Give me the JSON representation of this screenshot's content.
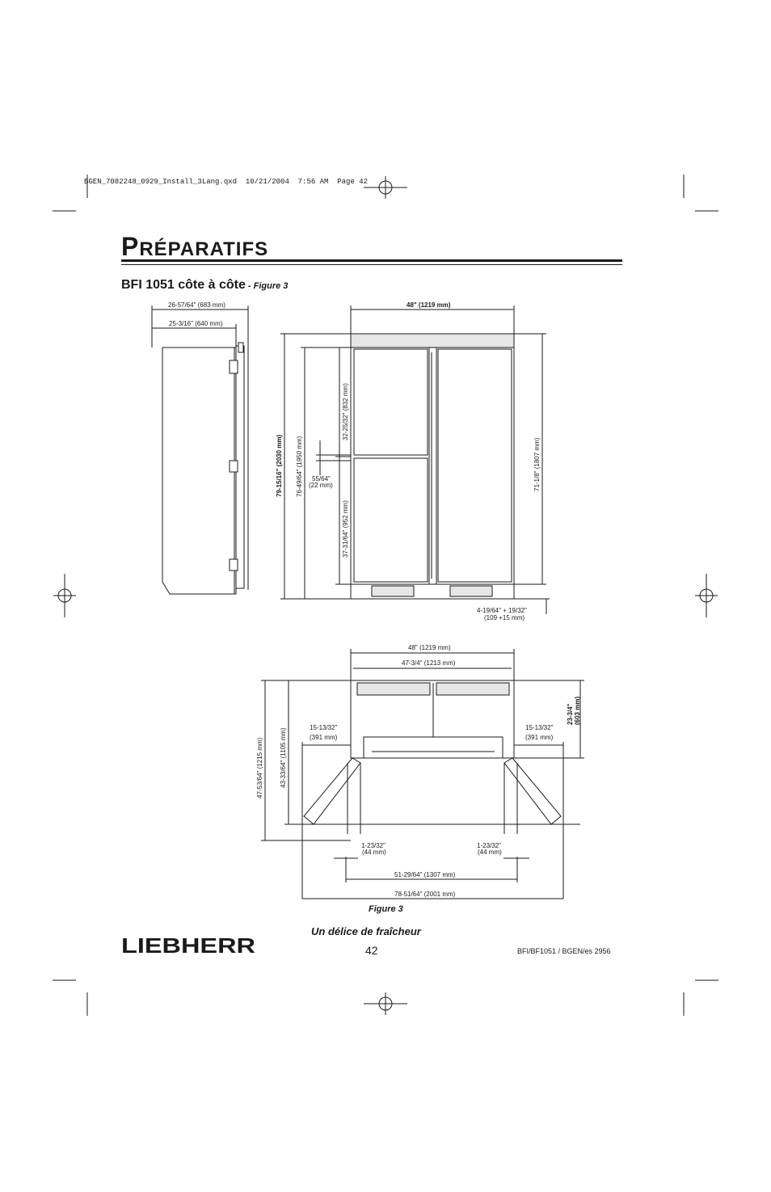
{
  "slug": "BGEN_7082248_0929_Install_3Lang.qxd  10/21/2004  7:56 AM  Page 42",
  "header": {
    "title_first": "P",
    "title_rest": "RÉPARATIFS"
  },
  "subtitle": {
    "main": "BFI 1051 côte à côte",
    "figure_ref": " - Figure 3"
  },
  "side_view": {
    "depth_overall": "26-57/64\" (683 mm)",
    "depth_cabinet": "25-3/16\" (640 mm)"
  },
  "front_view": {
    "width": "48\" (1219 mm)",
    "height_overall": "79-15/16\" (2030 mm)",
    "height_door": "76-49/64\" (1950 mm)",
    "upper_door": "32-25/32\"  (832 mm)",
    "gap_in": "55/64\"",
    "gap_mm": "(22 mm)",
    "lower_door": "37-31/64\" (952 mm)",
    "right_height": "71-1/8\" (1807 mm)",
    "toe_in": "4-19/64\" + 19/32\"",
    "toe_mm": "(109 +15 mm)"
  },
  "top_view": {
    "width_outer": "48\" (1219 mm)",
    "width_inner": "47-3/4\" (1213 mm)",
    "left_clear_in": "15-13/32\"",
    "left_clear_mm": "(391 mm)",
    "right_clear_in": "15-13/32\"",
    "right_clear_mm": "(391 mm)",
    "depth_in": "23-3/4\"",
    "depth_mm": "(603 mm)",
    "depth_total": "47-53/64\"  (1215 mm)",
    "depth_open": "43-33/64\"  (1105 mm)",
    "door_left_in": "1-23/32\"",
    "door_left_mm": "(44 mm)",
    "door_right_in": "1-23/32\"",
    "door_right_mm": "(44 mm)",
    "open_width": "51-29/64\" (1307 mm)",
    "open_total": "78-51/64\" (2001 mm)"
  },
  "footer": {
    "figure_caption": "Figure 3",
    "tagline": "Un délice de fraîcheur",
    "page_number": "42",
    "doc_ref": "BFI/BF1051 / BGEN/es 2956",
    "logo_text": "LIEBHERR"
  }
}
